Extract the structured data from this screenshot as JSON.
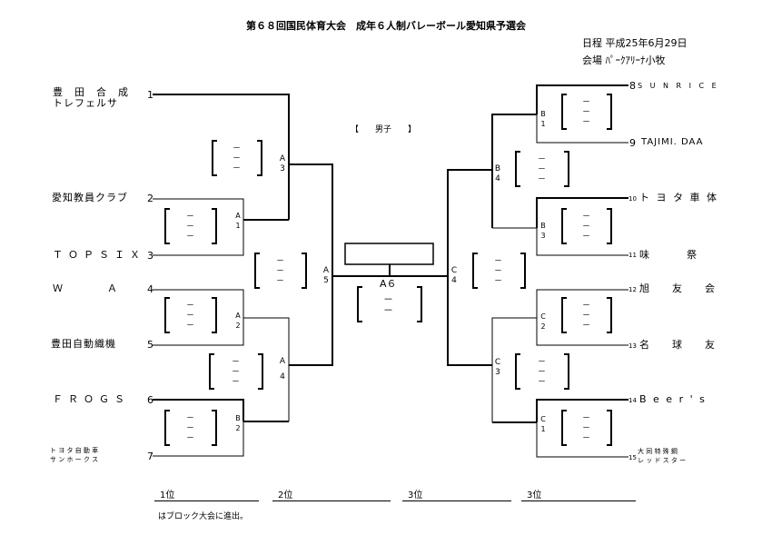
{
  "title": "第６８回国民体育大会　成年６人制バレーボール愛知県予選会",
  "schedule": {
    "date": "日程 平成25年6月29日",
    "venue": "会場 ﾊﾟｰｸｱﾘｰﾅ小牧"
  },
  "section": "【　　男子　　】",
  "left_teams": [
    {
      "num": "1",
      "lines": [
        "豊　田　合　成",
        "トレフェルサ"
      ]
    },
    {
      "num": "2",
      "lines": [
        "愛知教員クラブ"
      ]
    },
    {
      "num": "3",
      "lines": [
        "ＴＯＰＳＩＸ"
      ]
    },
    {
      "num": "4",
      "lines": [
        "Ｗ　　　　Ａ"
      ]
    },
    {
      "num": "5",
      "lines": [
        "豊田自動織機"
      ]
    },
    {
      "num": "6",
      "lines": [
        "ＦＲＯＧＳ"
      ]
    },
    {
      "num": "7",
      "lines": [
        "ト ヨ タ 自 動 車",
        "サ ン ホ ー ク ス"
      ]
    }
  ],
  "right_teams": [
    {
      "num": "8",
      "lines": [
        "S U N R I C E"
      ]
    },
    {
      "num": "9",
      "lines": [
        "TAJIMI. DAA"
      ]
    },
    {
      "num": "10",
      "lines": [
        "ト ヨ タ 車 体"
      ]
    },
    {
      "num": "11",
      "lines": [
        "味　　　祭"
      ]
    },
    {
      "num": "12",
      "lines": [
        "旭　　友　　会"
      ]
    },
    {
      "num": "13",
      "lines": [
        "名　　球　　友"
      ]
    },
    {
      "num": "14",
      "lines": [
        "B e e r ' s"
      ]
    },
    {
      "num": "15",
      "lines": [
        "大 同 特 殊 鋼",
        "レ ッ ド ス タ ー"
      ]
    }
  ],
  "match_labels": {
    "A1": [
      "A",
      "1"
    ],
    "A2": [
      "A",
      "2"
    ],
    "B2": [
      "B",
      "2"
    ],
    "A3": [
      "A",
      "3"
    ],
    "A4": [
      "A",
      "4"
    ],
    "A5": [
      "A",
      "5"
    ],
    "B1": [
      "B",
      "1"
    ],
    "B3": [
      "B",
      "3"
    ],
    "C2": [
      "C",
      "2"
    ],
    "C1": [
      "C",
      "1"
    ],
    "B4": [
      "B",
      "4"
    ],
    "C3": [
      "C",
      "3"
    ],
    "C4": [
      "C",
      "4"
    ],
    "final": "A６"
  },
  "score_placeholder": "－",
  "ranks": [
    "1位",
    "2位",
    "3位",
    "3位"
  ],
  "footnote": "はブロック大会に進出。"
}
